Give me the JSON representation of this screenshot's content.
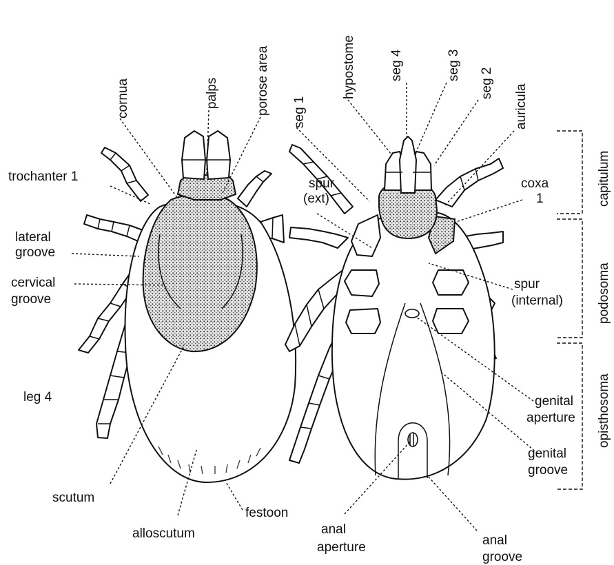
{
  "labels": {
    "cornua": "cornua",
    "palps": "palps",
    "porose_area": "porose area",
    "trochanter_1": "trochanter 1",
    "lateral_groove": [
      "lateral",
      "groove"
    ],
    "cervical_groove": [
      "cervical",
      "groove"
    ],
    "leg_4": "leg 4",
    "scutum": "scutum",
    "alloscutum": "alloscutum",
    "festoon": "festoon",
    "spur_ext": [
      "spur",
      "(ext)"
    ],
    "seg_1": "seg 1",
    "hypostome": "hypostome",
    "seg_4": "seg 4",
    "seg_3": "seg 3",
    "seg_2": "seg 2",
    "auricula": "auricula",
    "coxa_1": [
      "coxa",
      "1"
    ],
    "spur_internal": [
      "spur",
      "(internal)"
    ],
    "genital_aperture": [
      "genital",
      "aperture"
    ],
    "genital_groove": [
      "genital",
      "groove"
    ],
    "anal_aperture": [
      "anal",
      "aperture"
    ],
    "anal_groove": [
      "anal",
      "groove"
    ]
  },
  "regions": [
    "capitulum",
    "podosoma",
    "opisthosoma"
  ]
}
